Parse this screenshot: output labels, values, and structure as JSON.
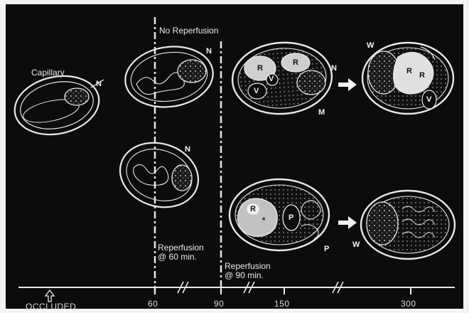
{
  "figure": {
    "background": "#0c0c0c",
    "line_color": "#e8e8e8",
    "labels": {
      "capillary": "Capillary",
      "no_reperfusion": "No Reperfusion",
      "reperfusion_60": [
        "Reperfusion",
        "@ 60 min."
      ],
      "reperfusion_90": [
        "Reperfusion",
        "@ 90 min."
      ]
    },
    "cell_labels": {
      "n": "N",
      "r": "R",
      "v": "V",
      "m": "M",
      "w": "W",
      "p": "P",
      "star": "*"
    },
    "timeline": {
      "occluded": "OCCLUDED",
      "ticks": [
        "60",
        "90",
        "150",
        "300"
      ]
    }
  }
}
